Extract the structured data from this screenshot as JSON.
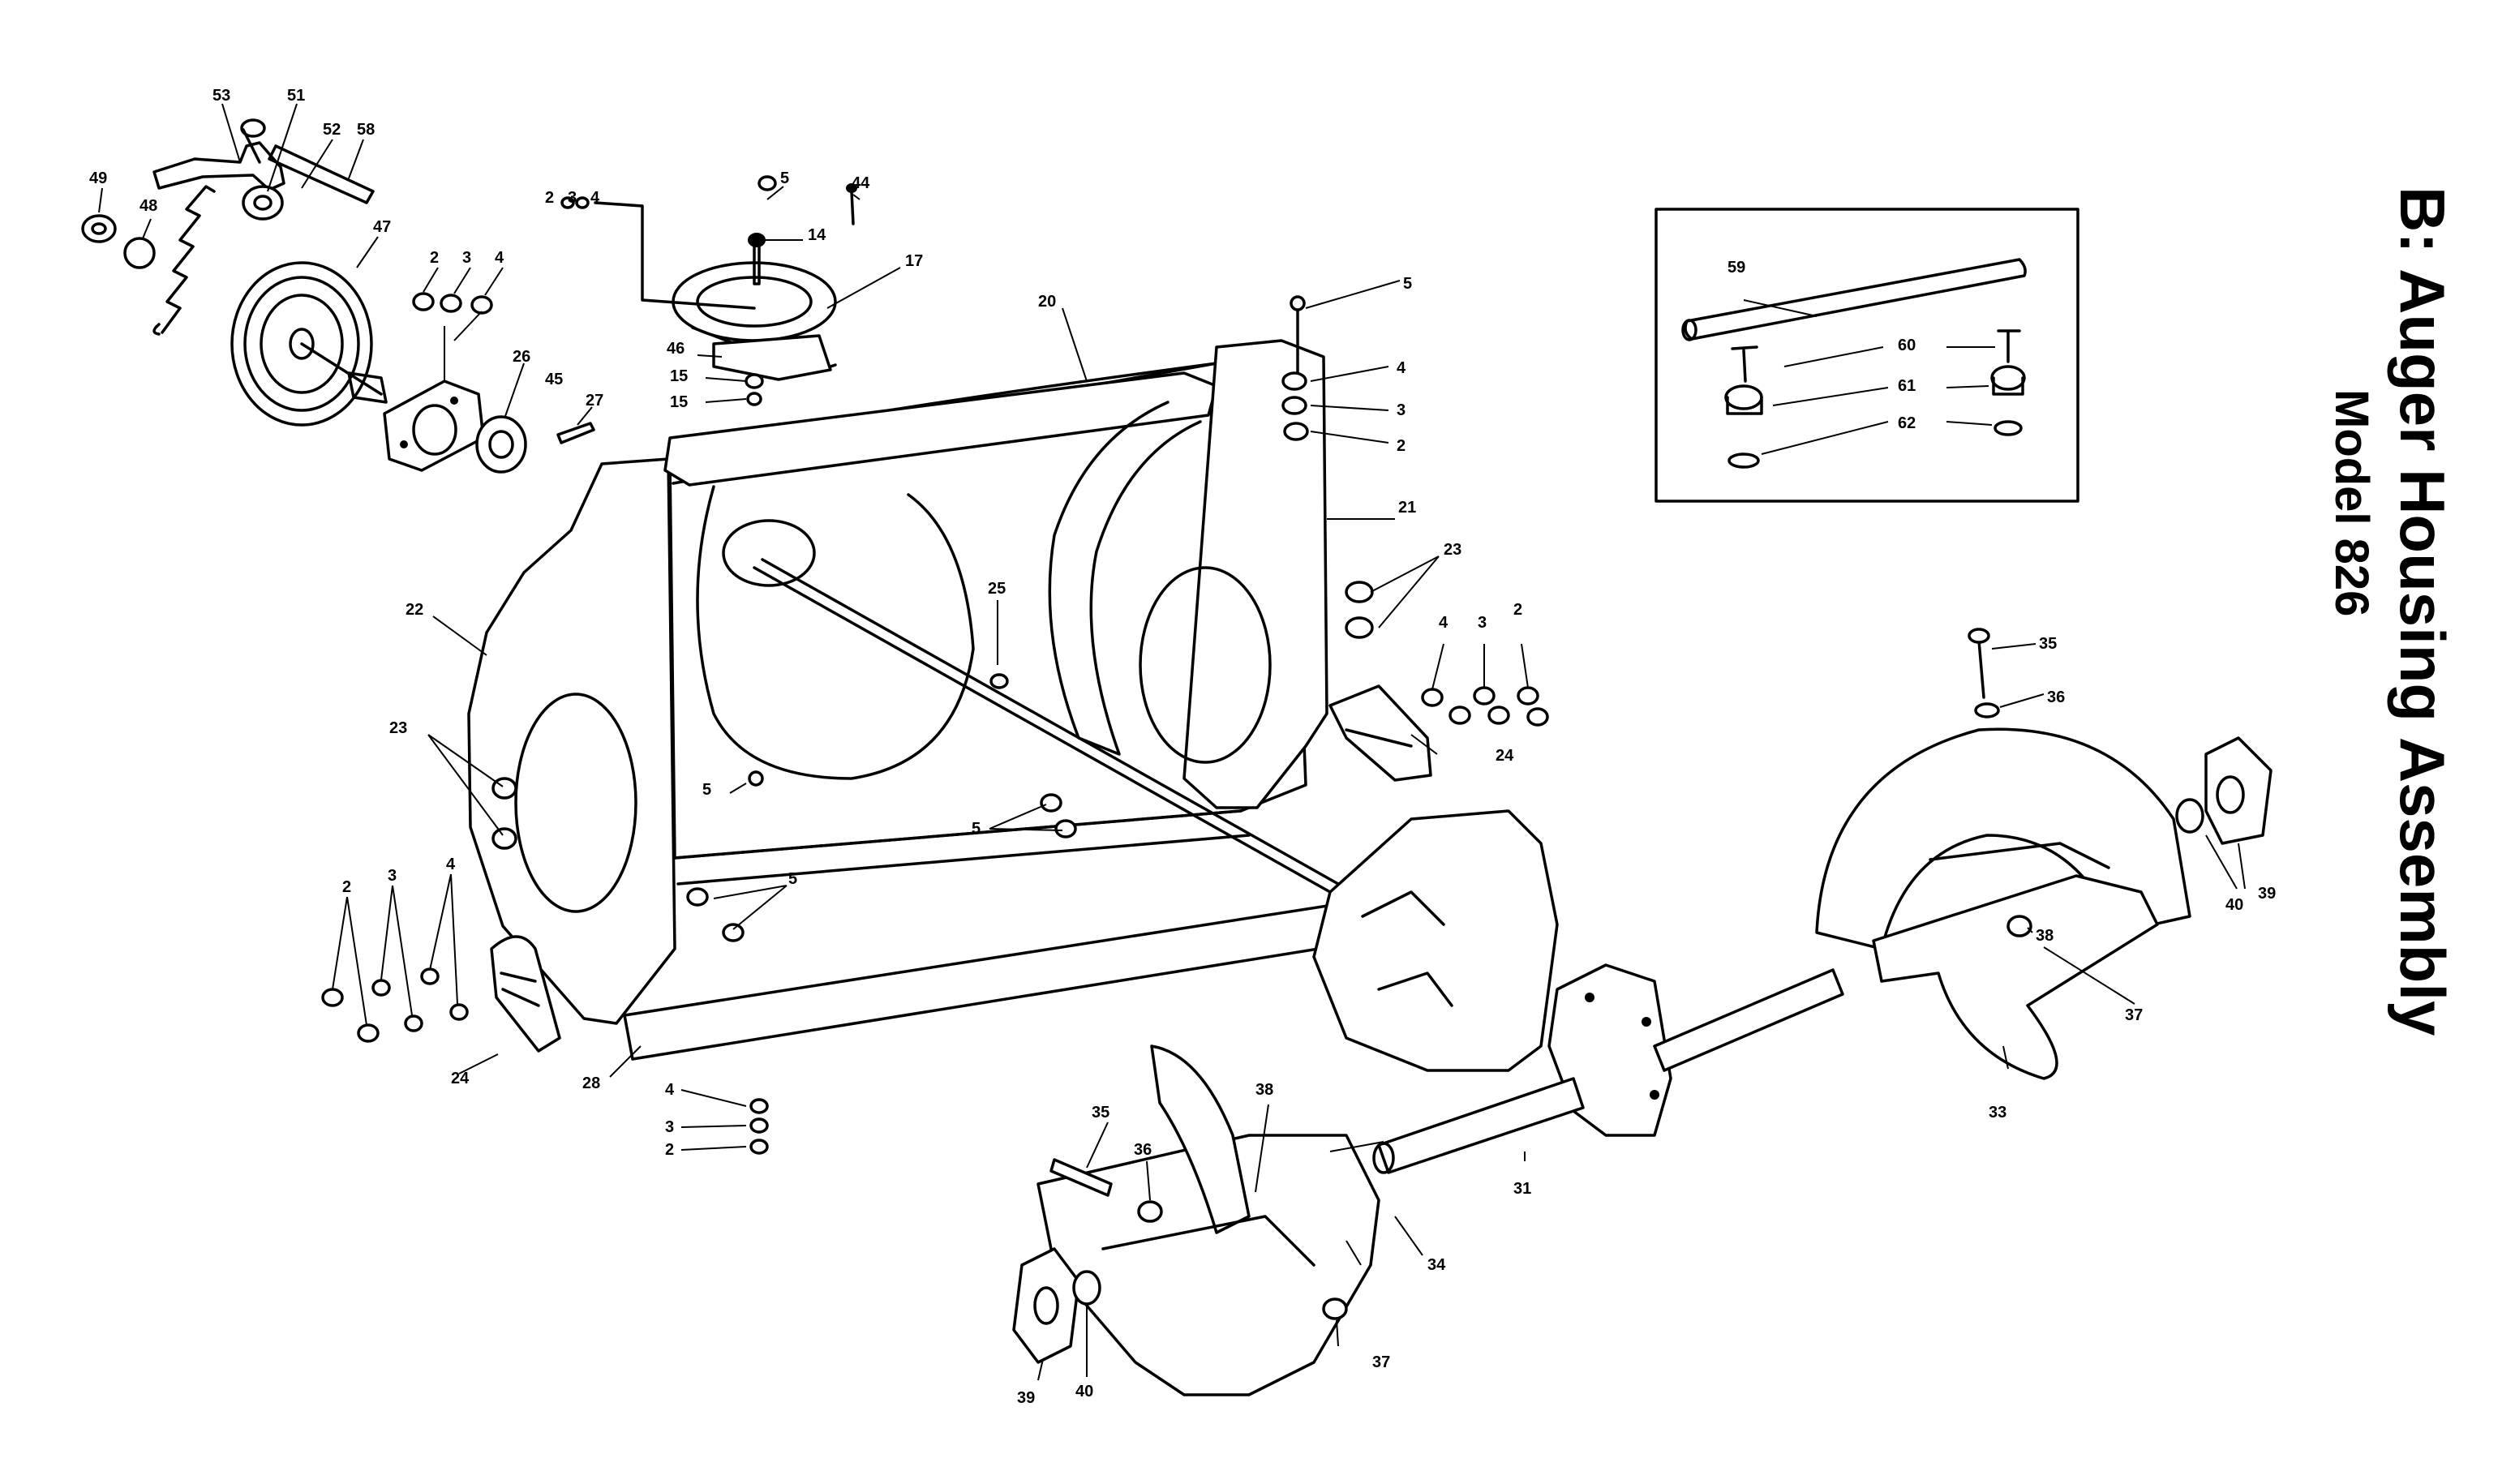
{
  "title": "B: Auger Housing Assembly",
  "subtitle": "Model 826",
  "callouts": {
    "c2": "2",
    "c3": "3",
    "c4": "4",
    "c5": "5",
    "c14": "14",
    "c15": "15",
    "c17": "17",
    "c20": "20",
    "c21": "21",
    "c22": "22",
    "c23": "23",
    "c24": "24",
    "c25": "25",
    "c26": "26",
    "c27": "27",
    "c28": "28",
    "c31": "31",
    "c33": "33",
    "c34": "34",
    "c35": "35",
    "c36": "36",
    "c37": "37",
    "c38": "38",
    "c39": "39",
    "c40": "40",
    "c44": "44",
    "c45": "45",
    "c46": "46",
    "c47": "47",
    "c48": "48",
    "c49": "49",
    "c51": "51",
    "c52": "52",
    "c53": "53",
    "c58": "58",
    "c59": "59",
    "c60": "60",
    "c61": "61",
    "c62": "62"
  }
}
